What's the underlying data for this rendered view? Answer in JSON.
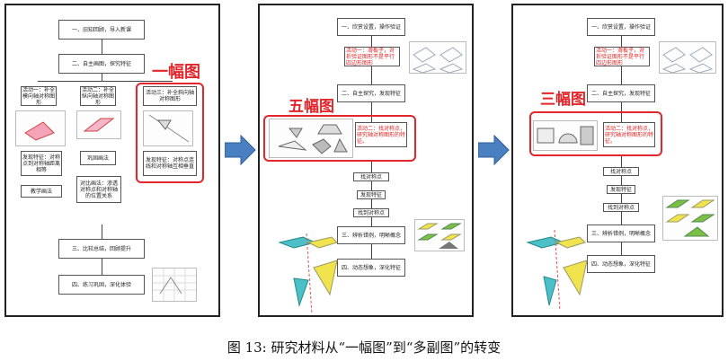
{
  "caption": "图 13: 研究材料从“一幅图”到“多副图”的转变",
  "panels": {
    "left": {
      "label": "一幅图",
      "steps": [
        "一、旧知回顾，导入新课",
        "二、自主画图，探究特征",
        "三、比较总结，回顾提升",
        "四、练习巩固，深化体验"
      ],
      "activities": [
        "活动一：补全模向轴对称图形",
        "活动二：补全纵向轴对称图形",
        "活动三：补全斜向轴对称图形"
      ],
      "findings": [
        "发现特征：对称点到对称轴距离相等",
        "巩固画法",
        "发现特征：对称点连线和对称轴互相垂直"
      ],
      "method": "教学画法",
      "method2": "对比画法：渗透对称点和对称轴的位置关系"
    },
    "middle": {
      "label": "五幅图",
      "steps": [
        "一、欣赏设置，操作验证",
        "二、自主探究，发现特征",
        "三、辨析错例，明晰概念",
        "四、动态想象，深化特征"
      ],
      "activity1": "活动一：滑板子，对折验证图形不是平行四边形图形",
      "activity2": "活动二：找对称点，研究轴对称图形的特征。",
      "mid_items": [
        "找对称点",
        "发现特征",
        "找到对称点"
      ]
    },
    "right": {
      "label": "三幅图",
      "steps": [
        "一、欣赏设置，操作验证",
        "二、自主探究，发现特征",
        "三、辨析错例，明晰概念",
        "四、动态想象，深化特征"
      ],
      "activity1": "活动一：滑板子，对折验证图形不是平行四边形图形",
      "activity2": "活动二：找对称点，研究轴对称图形的特征。",
      "mid_items": [
        "找对称点",
        "发现特征",
        "找到对称点"
      ]
    }
  },
  "colors": {
    "highlight": "#e0262b",
    "arrow": "#4a7fc1",
    "teal": "#4bc0c8",
    "yellow": "#f1e34d",
    "green": "#7bc043"
  }
}
